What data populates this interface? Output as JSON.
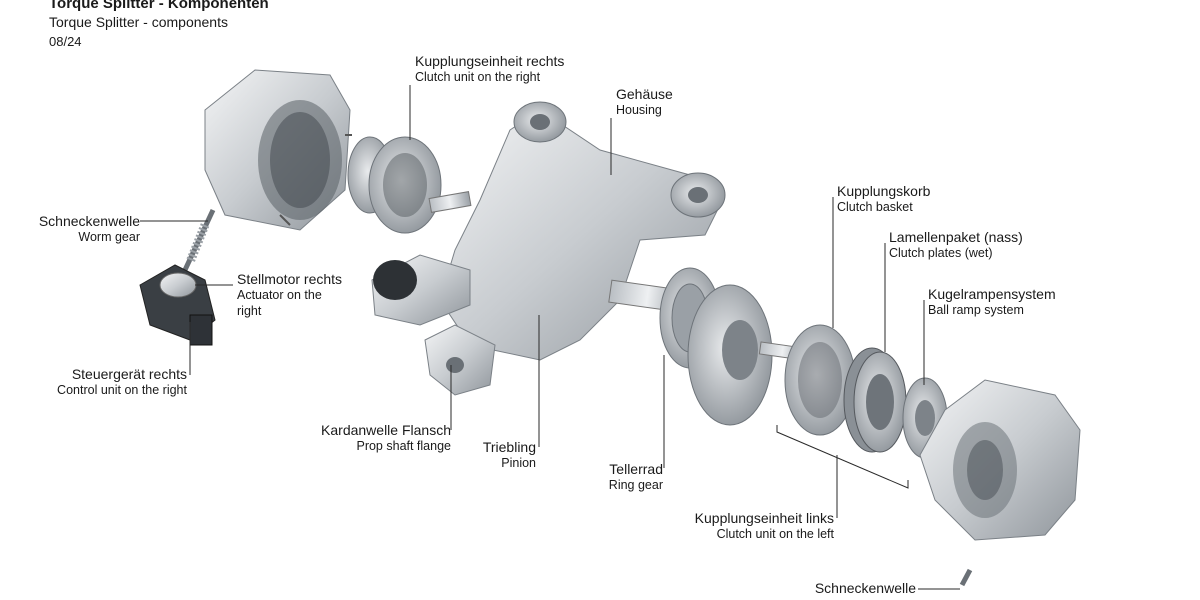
{
  "header": {
    "title": "Torque Splitter - Komponenten",
    "subtitle": "Torque Splitter - components",
    "page": "08/24"
  },
  "labels": {
    "clutch_right": {
      "de": "Kupplungseinheit rechts",
      "en": "Clutch unit on the right"
    },
    "housing": {
      "de": "Gehäuse",
      "en": "Housing"
    },
    "worm_gear": {
      "de": "Schneckenwelle",
      "en": "Worm gear"
    },
    "actuator": {
      "de": "Stellmotor rechts",
      "en1": "Actuator on the",
      "en2": "right"
    },
    "control_unit": {
      "de": "Steuergerät rechts",
      "en": "Control unit on the right"
    },
    "prop_flange": {
      "de": "Kardanwelle Flansch",
      "en": "Prop shaft flange"
    },
    "pinion": {
      "de": "Triebling",
      "en": "Pinion"
    },
    "ring_gear": {
      "de": "Tellerrad",
      "en": "Ring gear"
    },
    "clutch_basket": {
      "de": "Kupplungskorb",
      "en": "Clutch basket"
    },
    "clutch_plates": {
      "de": "Lamellenpaket (nass)",
      "en": "Clutch plates (wet)"
    },
    "ball_ramp": {
      "de": "Kugelrampensystem",
      "en": "Ball ramp system"
    },
    "clutch_left": {
      "de": "Kupplungseinheit links",
      "en": "Clutch unit on the left"
    },
    "worm_gear_bottom": {
      "de": "Schneckenwelle"
    }
  }
}
